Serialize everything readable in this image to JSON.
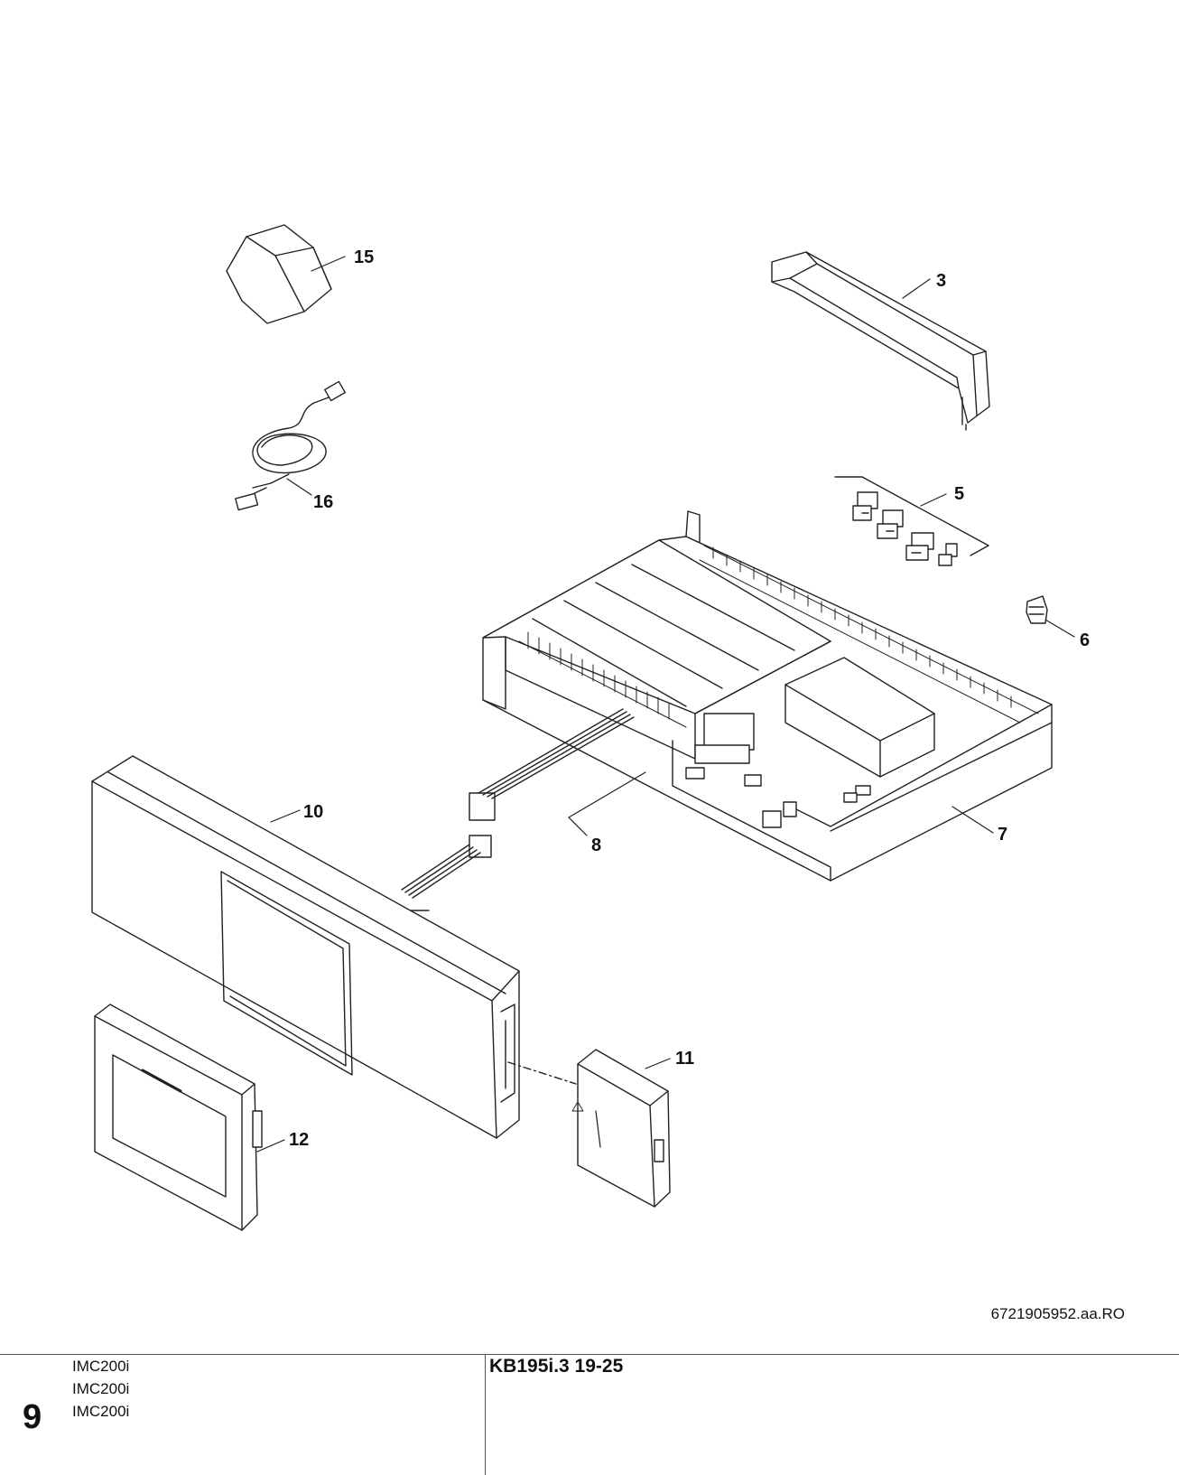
{
  "callouts": {
    "c3": "3",
    "c5": "5",
    "c6": "6",
    "c7": "7",
    "c8": "8",
    "c10": "10",
    "c11": "11",
    "c12": "12",
    "c15": "15",
    "c16": "16"
  },
  "doc_reference": "6721905952.aa.RO",
  "footer": {
    "page_number": "9",
    "models": [
      "IMC200i",
      "IMC200i",
      "IMC200i"
    ],
    "series": "KB195i.3 19-25"
  }
}
